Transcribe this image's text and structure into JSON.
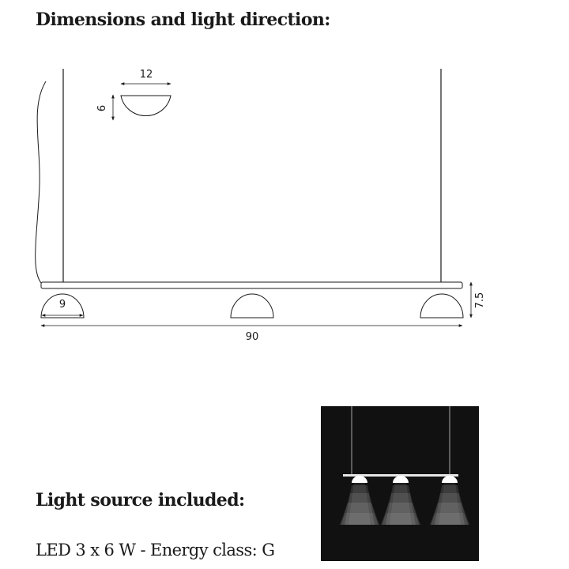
{
  "headings": {
    "dimensions": "Dimensions and light direction:",
    "light_source": "Light source included:"
  },
  "spec": {
    "text": "LED 3 x 6 W - Energy class: G"
  },
  "dimensions": {
    "shade_width": "12",
    "shade_height": "6",
    "shade_base": "9",
    "overall_width": "90",
    "fixture_height": "7.5"
  },
  "colors": {
    "line": "#1a1a1a",
    "panel_background": "#111111",
    "light_cone": "#ffffff"
  }
}
